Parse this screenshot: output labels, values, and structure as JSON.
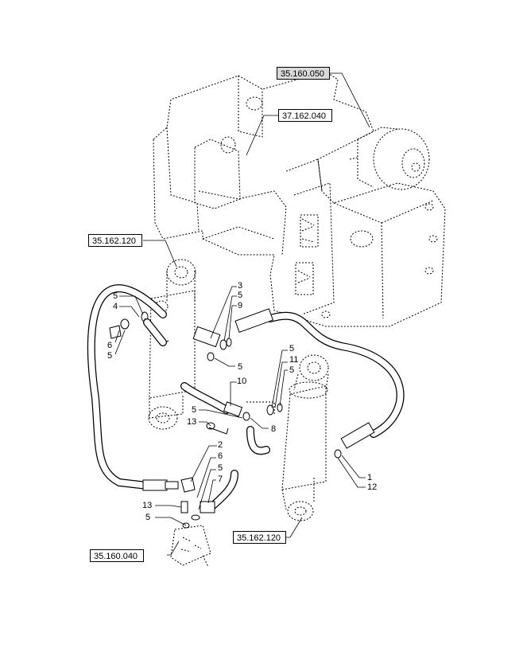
{
  "references": {
    "ref_35_160_050": "35.160.050",
    "ref_37_162_040": "37.162.040",
    "ref_35_162_120_left": "35.162.120",
    "ref_35_162_120_right": "35.162.120",
    "ref_35_160_040": "35.160.040"
  },
  "callouts": {
    "c3": "3",
    "c5a": "5",
    "c9": "9",
    "c5b": "5",
    "c5c": "5",
    "c4": "4",
    "c6a": "6",
    "c5d": "5",
    "c10": "10",
    "c5e": "5",
    "c11": "11",
    "c5f": "5",
    "c5g": "5",
    "c13a": "13",
    "c8": "8",
    "c2": "2",
    "c6b": "6",
    "c5h": "5",
    "c7": "7",
    "c13b": "13",
    "c5i": "5",
    "c1": "1",
    "c12": "12"
  }
}
